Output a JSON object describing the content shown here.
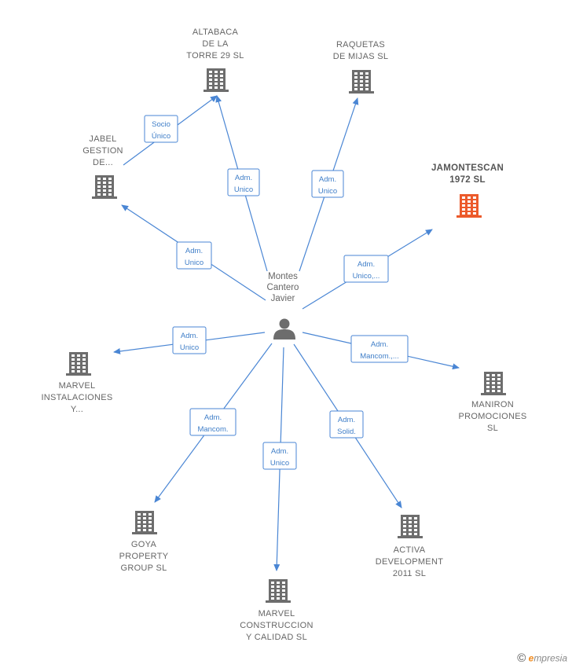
{
  "center": {
    "name_lines": [
      "Montes",
      "Cantero",
      "Javier"
    ],
    "icon": "person-icon"
  },
  "companies": [
    {
      "id": "altabaca",
      "lines": [
        "ALTABACA",
        "DE LA",
        "TORRE 29  SL"
      ],
      "icon": "building-icon",
      "highlight": false
    },
    {
      "id": "raquetas",
      "lines": [
        "RAQUETAS",
        "DE MIJAS SL"
      ],
      "icon": "building-icon",
      "highlight": false
    },
    {
      "id": "jabel",
      "lines": [
        "JABEL",
        "GESTION",
        "DE..."
      ],
      "icon": "building-icon",
      "highlight": false
    },
    {
      "id": "jamontescan",
      "lines": [
        "JAMONTESCAN",
        "1972  SL"
      ],
      "icon": "building-icon",
      "highlight": true
    },
    {
      "id": "marvel-inst",
      "lines": [
        "MARVEL",
        "INSTALACIONES",
        "Y..."
      ],
      "icon": "building-icon",
      "highlight": false
    },
    {
      "id": "maniron",
      "lines": [
        "MANIRON",
        "PROMOCIONES",
        "SL"
      ],
      "icon": "building-icon",
      "highlight": false
    },
    {
      "id": "goya",
      "lines": [
        "GOYA",
        "PROPERTY",
        "GROUP  SL"
      ],
      "icon": "building-icon",
      "highlight": false
    },
    {
      "id": "activa",
      "lines": [
        "ACTIVA",
        "DEVELOPMENT",
        "2011 SL"
      ],
      "icon": "building-icon",
      "highlight": false
    },
    {
      "id": "marvel-cons",
      "lines": [
        "MARVEL",
        "CONSTRUCCION",
        "Y CALIDAD  SL"
      ],
      "icon": "building-icon",
      "highlight": false
    }
  ],
  "relations": [
    {
      "from": "jabel",
      "to": "altabaca",
      "label": [
        "Socio",
        "Único"
      ]
    },
    {
      "from": "center",
      "to": "altabaca",
      "label": [
        "Adm.",
        "Unico"
      ]
    },
    {
      "from": "center",
      "to": "raquetas",
      "label": [
        "Adm.",
        "Unico"
      ]
    },
    {
      "from": "center",
      "to": "jabel",
      "label": [
        "Adm.",
        "Unico"
      ]
    },
    {
      "from": "center",
      "to": "jamontescan",
      "label": [
        "Adm.",
        "Unico,..."
      ]
    },
    {
      "from": "center",
      "to": "marvel-inst",
      "label": [
        "Adm.",
        "Unico"
      ]
    },
    {
      "from": "center",
      "to": "maniron",
      "label": [
        "Adm.",
        "Mancom.,..."
      ]
    },
    {
      "from": "center",
      "to": "goya",
      "label": [
        "Adm.",
        "Mancom."
      ]
    },
    {
      "from": "center",
      "to": "marvel-cons",
      "label": [
        "Adm.",
        "Unico"
      ]
    },
    {
      "from": "center",
      "to": "activa",
      "label": [
        "Adm.",
        "Solid."
      ]
    }
  ],
  "colors": {
    "edge": "#4a86d4",
    "building": "#6d6d6d",
    "building_highlight": "#ec5a2b",
    "person": "#6d6d6d"
  },
  "footer": {
    "copyright_symbol": "©",
    "brand_initial": "e",
    "brand_rest": "mpresia"
  }
}
